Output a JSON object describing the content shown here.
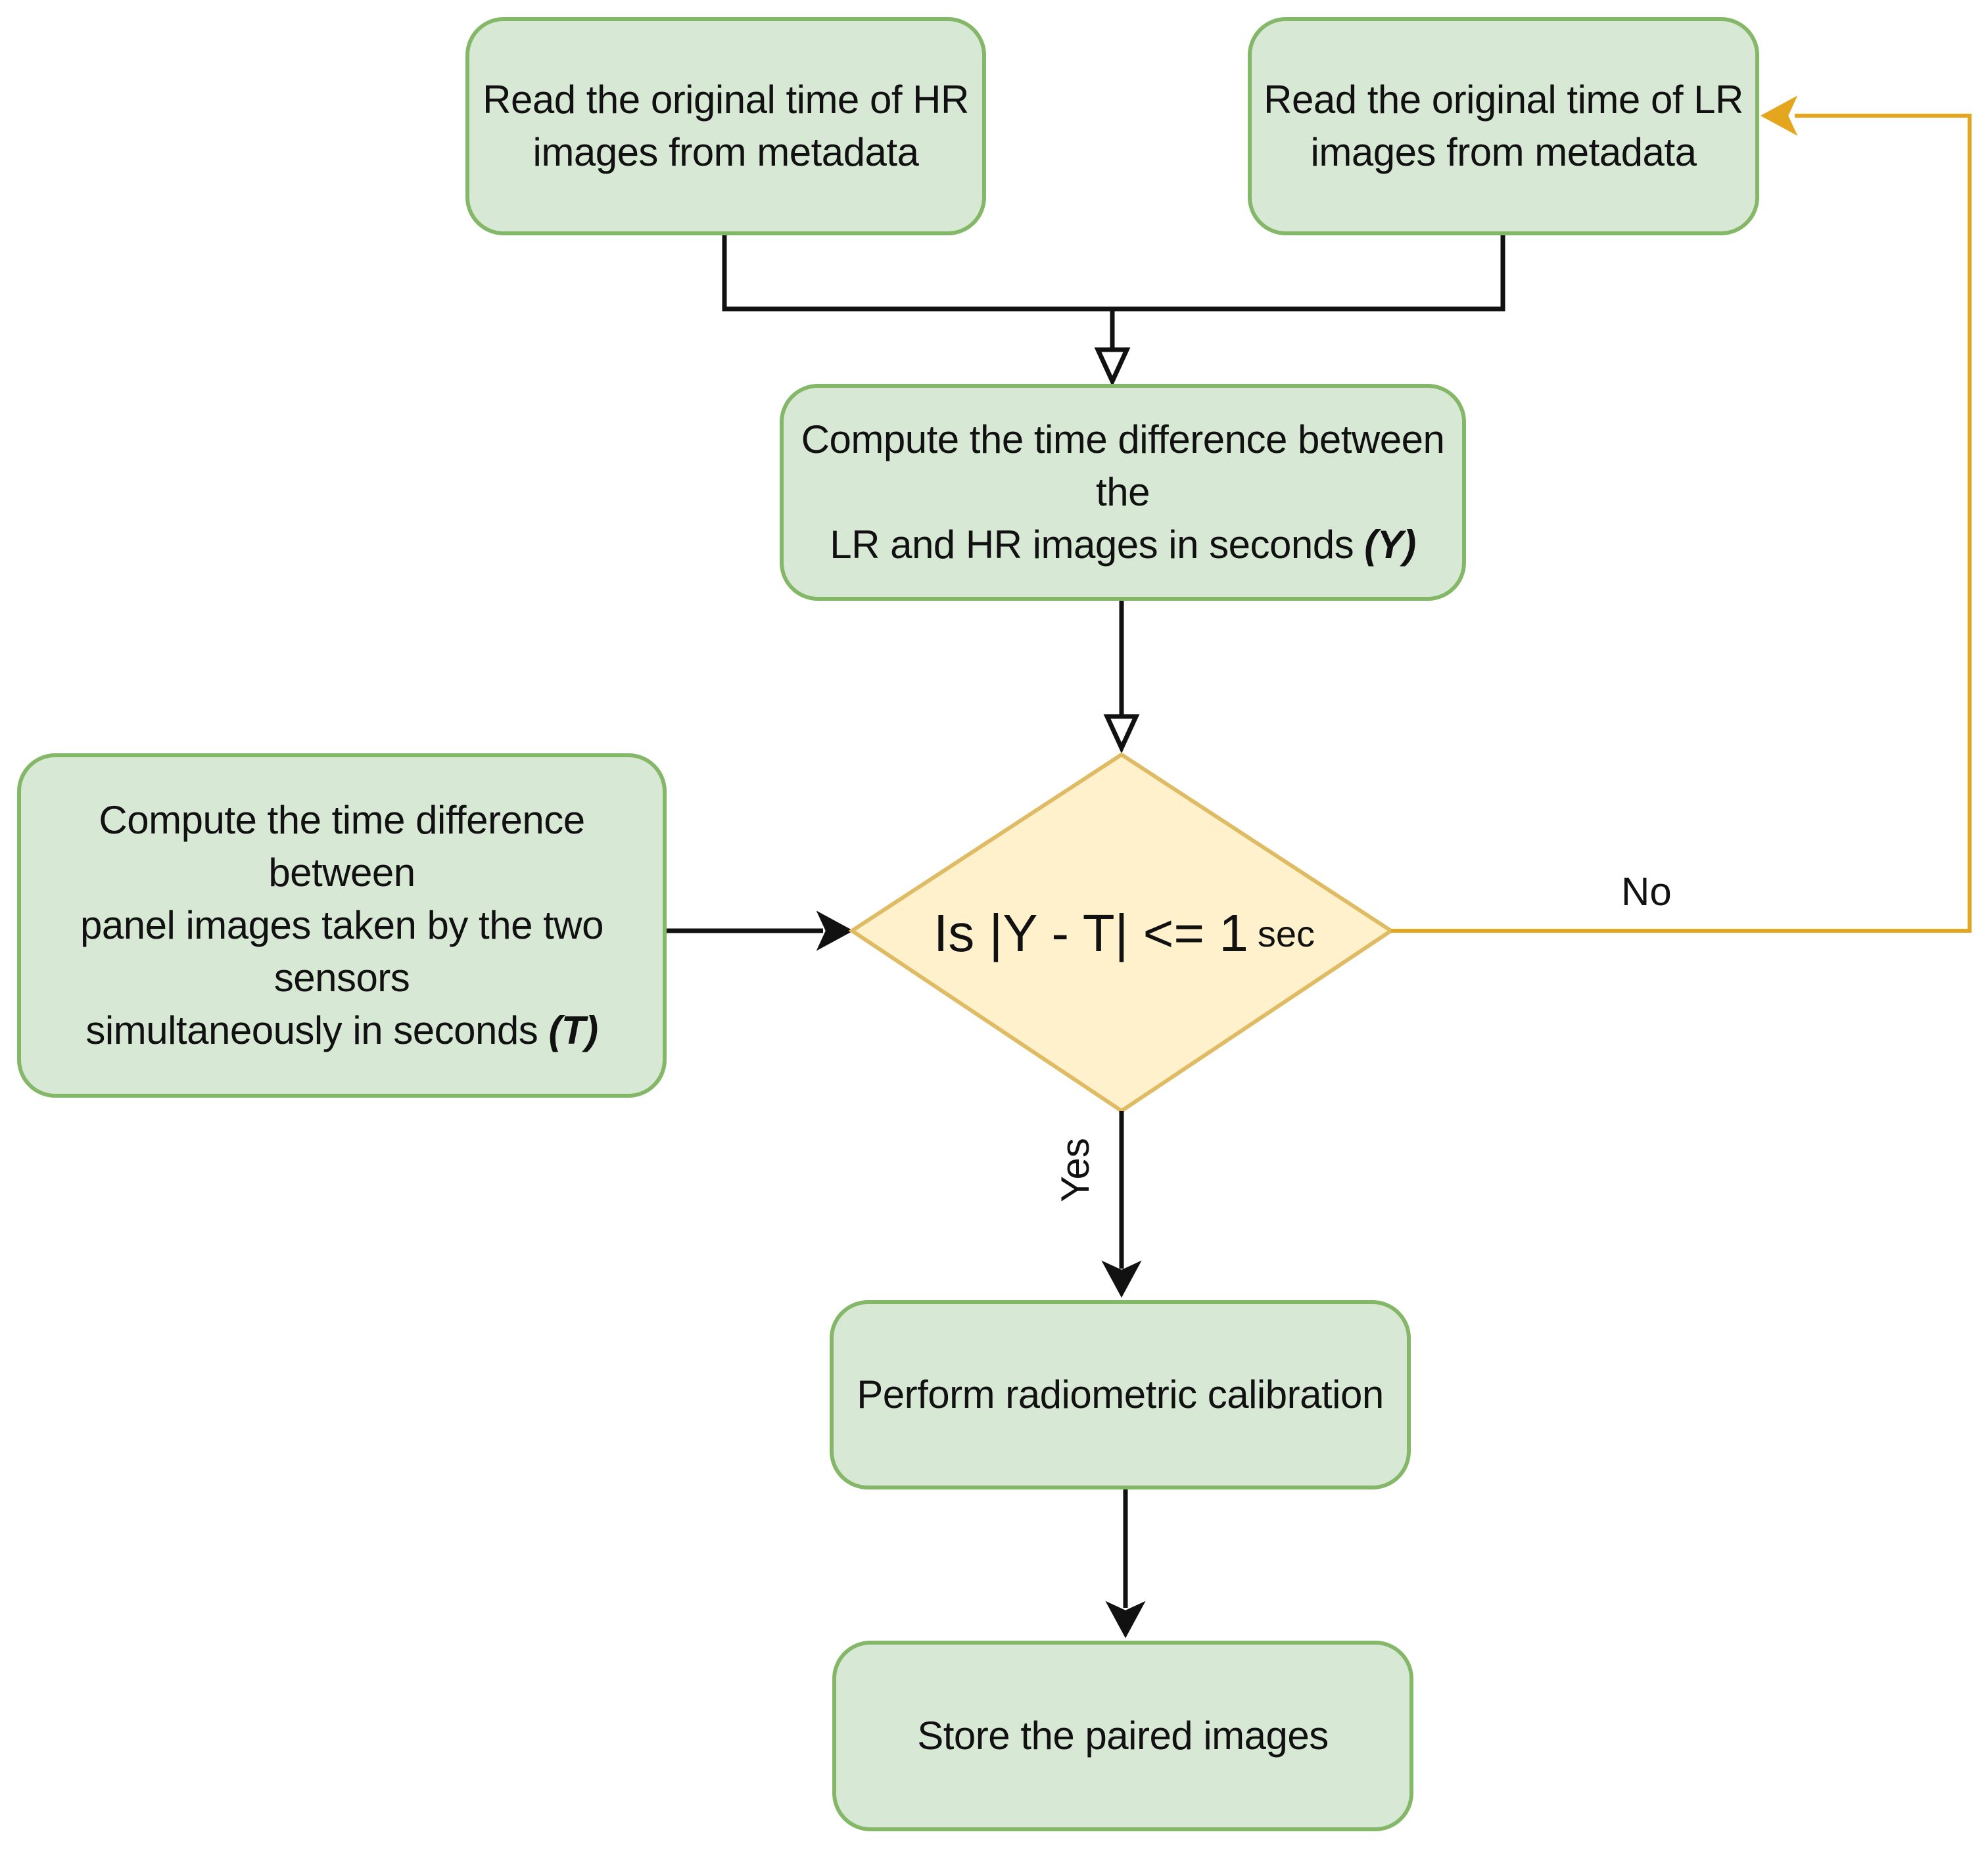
{
  "nodes": {
    "read_hr": {
      "text": "Read the original time of HR\nimages from metadata"
    },
    "read_lr": {
      "text": "Read the original time of LR\nimages from metadata"
    },
    "compute_y": {
      "text": "Compute the time difference between the\nLR and HR images in seconds ",
      "var": "(Y)"
    },
    "compute_t": {
      "text": "Compute the time difference between\npanel images taken by the two sensors\nsimultaneously in seconds ",
      "var": "(T)"
    },
    "decision": {
      "text": "Is |Y - T| <= 1",
      "unit": "sec"
    },
    "calibrate": {
      "text": "Perform radiometric calibration"
    },
    "store": {
      "text": "Store the paired images"
    }
  },
  "edges": {
    "no_label": "No",
    "yes_label": "Yes"
  },
  "colors": {
    "process_fill": "#d7e8d4",
    "process_border": "#84b768",
    "decision_fill": "#fff1cc",
    "decision_border": "#dfbb64",
    "loop_edge": "#e4a51f",
    "edge": "#111111"
  }
}
